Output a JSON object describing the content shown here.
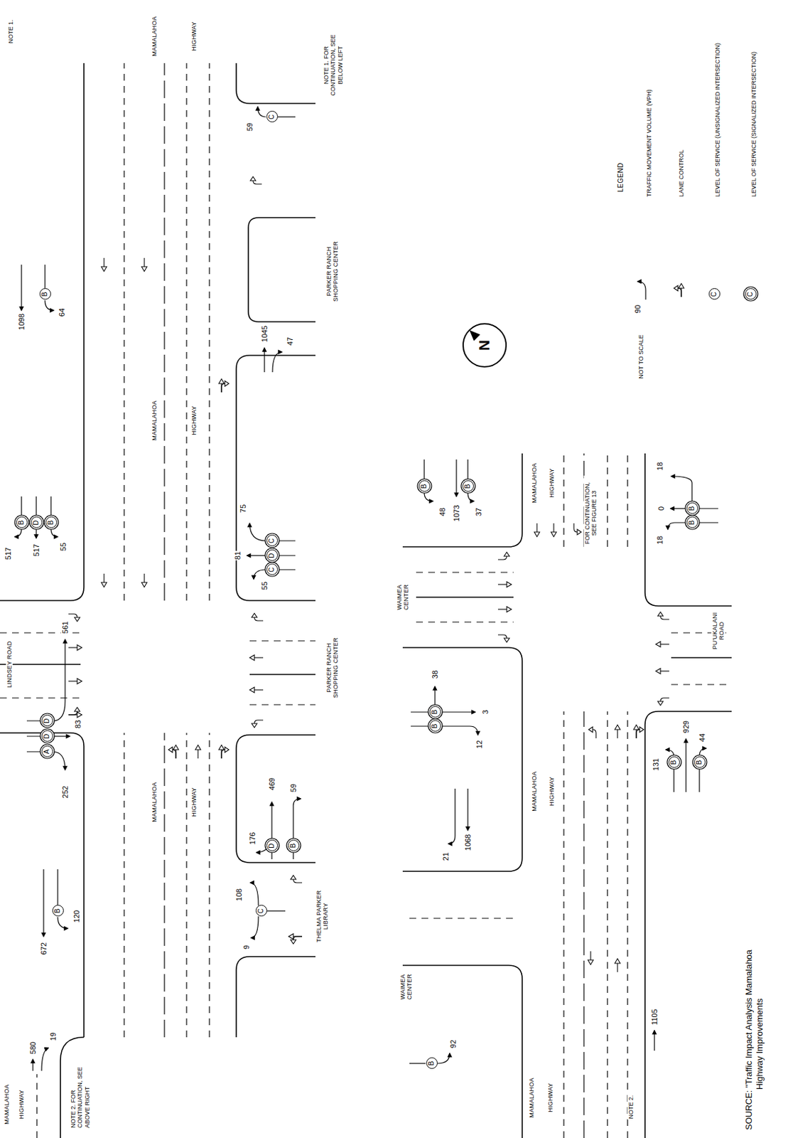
{
  "diagram": {
    "caption": "SOURCE: \"Traffic Impact Analysis Mamalahoa Highway Improvements",
    "nodes": [
      {
        "text": [
          "A"
        ]
      },
      {
        "text": [
          "D"
        ]
      },
      {
        "text": [
          "D"
        ]
      },
      {
        "text": [
          "B"
        ]
      },
      {
        "text": [
          "B"
        ]
      },
      {
        "text": [
          "D"
        ]
      },
      {
        "text": [
          "B"
        ]
      },
      {
        "text": [
          "B"
        ]
      },
      {
        "text": [
          "D"
        ]
      },
      {
        "text": [
          "B"
        ]
      },
      {
        "text": [
          "C"
        ]
      },
      {
        "text": [
          "C"
        ]
      },
      {
        "text": [
          "D"
        ]
      },
      {
        "text": [
          "C"
        ]
      },
      {
        "text": [
          "C"
        ]
      },
      {
        "text": [
          "B"
        ]
      },
      {
        "text": [
          "B"
        ]
      },
      {
        "text": [
          "B"
        ]
      },
      {
        "text": [
          "B"
        ]
      },
      {
        "text": [
          "B"
        ]
      },
      {
        "text": [
          "B"
        ]
      },
      {
        "text": [
          "B"
        ]
      },
      {
        "text": [
          "B"
        ]
      },
      {
        "text": [
          "B"
        ]
      },
      {
        "text": [
          "N"
        ]
      },
      {
        "text": [
          "C"
        ]
      },
      {
        "text": [
          "C"
        ]
      }
    ],
    "labels": [
      "LINDSEY ROAD",
      "252",
      "83",
      "561",
      "517",
      "517",
      "55",
      "672",
      "120",
      "MAMALAHOA",
      "HIGHWAY",
      "1098",
      "64",
      "MAMALAHOA",
      "HIGHWAY",
      "MAMALAHOA",
      "HIGHWAY",
      "NOTE 1.",
      "580",
      "19",
      "MAMALAHOA",
      "HIGHWAY",
      "NOTE 2. FOR CONTINUATION, SEE ABOVE RIGHT",
      "9",
      "108",
      "176",
      "469",
      "59",
      "81",
      "75",
      "55",
      "1045",
      "47",
      "59",
      "THELMA PARKER LIBRARY",
      "PARKER RANCH SHOPPING CENTER",
      "PARKER RANCH SHOPPING CENTER",
      "NOTE 1. FOR CONTINUATION, SEE BELOW LEFT",
      "NOTE 2.",
      "WAIMEA CENTER",
      "92",
      "MAMALAHOA",
      "HIGHWAY",
      "21",
      "1068",
      "MAMALAHOA",
      "HIGHWAY",
      "1105",
      "12",
      "3",
      "38",
      "WAIMEA CENTER",
      "48",
      "1073",
      "37",
      "MAMALAHOA",
      "HIGHWAY",
      "FOR CONTINUATION, SEE FIGURE 13",
      "131",
      "929",
      "44",
      "18",
      "0",
      "18",
      "PU'UKALANI ROAD",
      "NOT TO SCALE",
      "LEGEND",
      "90"
    ],
    "legend": [
      {
        "text": "TRAFFIC MOVEMENT VOLUME (VPH)"
      },
      {
        "text": "LANE CONTROL"
      },
      {
        "text": "LEVEL OF SERVICE (UNSIGNALIZED INTERSECTION)"
      },
      {
        "text": "LEVEL OF SERVICE (SIGNALIZED INTERSECTION)"
      }
    ]
  }
}
